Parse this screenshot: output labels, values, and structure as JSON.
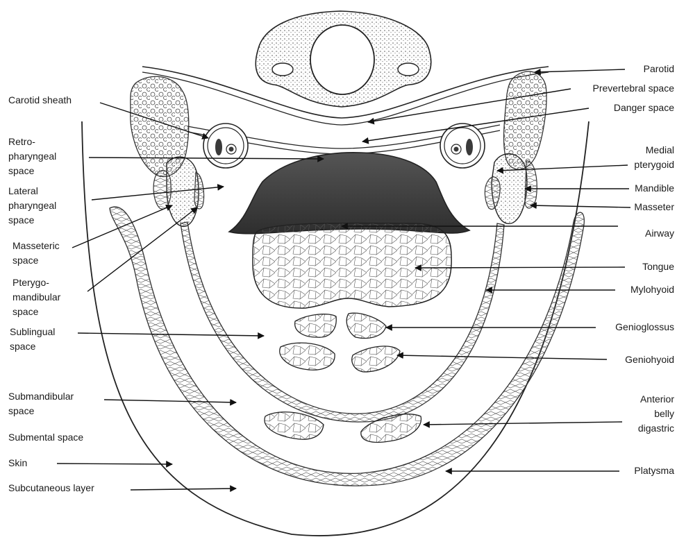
{
  "diagram": {
    "labels_left": {
      "carotid_sheath": "Carotid sheath",
      "retropharyngeal_space": "Retro-\npharyngeal\nspace",
      "lateral_pharyngeal_space": "Lateral\npharyngeal\nspace",
      "masseteric_space": "Masseteric\nspace",
      "pterygomandibular_space": "Pterygo-\nmandibular\nspace",
      "sublingual_space": "Sublingual\nspace",
      "submandibular_space": "Submandibular\nspace",
      "submental_space": "Submental space",
      "skin": "Skin",
      "subcutaneous_layer": "Subcutaneous layer"
    },
    "labels_right": {
      "parotid": "Parotid",
      "prevertebral_space": "Prevertebral space",
      "danger_space": "Danger space",
      "medial_pterygoid": "Medial\npterygoid",
      "mandible": "Mandible",
      "masseter": "Masseter",
      "airway": "Airway",
      "tongue": "Tongue",
      "mylohyoid": "Mylohyoid",
      "genioglossus": "Genioglossus",
      "geniohyoid": "Geniohyoid",
      "anterior_belly_digastric": "Anterior\nbelly\ndigastric",
      "platysma": "Platysma"
    }
  }
}
